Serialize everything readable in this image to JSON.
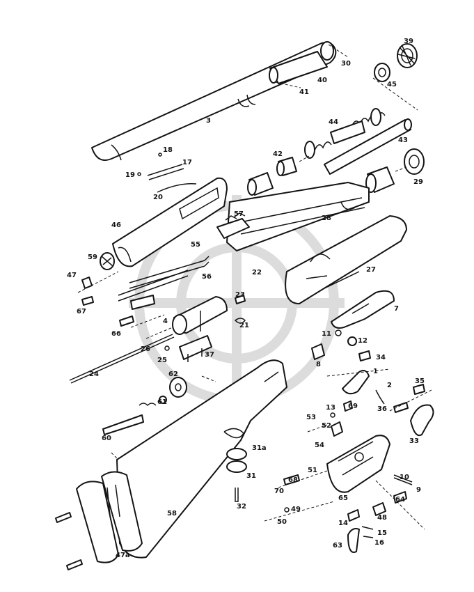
{
  "colors": {
    "ink": "#141414",
    "paper": "#ffffff",
    "watermark": "#dcdcdc"
  },
  "callouts": [
    {
      "id": "c30",
      "label": "30"
    },
    {
      "id": "c40",
      "label": "40"
    },
    {
      "id": "c41",
      "label": "41"
    },
    {
      "id": "c39",
      "label": "39"
    },
    {
      "id": "c45",
      "label": "45"
    },
    {
      "id": "c3",
      "label": "3"
    },
    {
      "id": "c44",
      "label": "44"
    },
    {
      "id": "c43",
      "label": "43"
    },
    {
      "id": "c42",
      "label": "42"
    },
    {
      "id": "c18",
      "label": "18"
    },
    {
      "id": "c17",
      "label": "17"
    },
    {
      "id": "c19",
      "label": "19"
    },
    {
      "id": "c20",
      "label": "20"
    },
    {
      "id": "c29",
      "label": "29"
    },
    {
      "id": "c46",
      "label": "46"
    },
    {
      "id": "c57",
      "label": "57"
    },
    {
      "id": "c28",
      "label": "28"
    },
    {
      "id": "c55",
      "label": "55"
    },
    {
      "id": "c59",
      "label": "59"
    },
    {
      "id": "c27",
      "label": "27"
    },
    {
      "id": "c47",
      "label": "47"
    },
    {
      "id": "c56",
      "label": "56"
    },
    {
      "id": "c22",
      "label": "22"
    },
    {
      "id": "c67",
      "label": "67"
    },
    {
      "id": "c23",
      "label": "23"
    },
    {
      "id": "c21",
      "label": "21"
    },
    {
      "id": "c7",
      "label": "7"
    },
    {
      "id": "c4",
      "label": "4"
    },
    {
      "id": "c66",
      "label": "66"
    },
    {
      "id": "c11",
      "label": "11"
    },
    {
      "id": "c12",
      "label": "12"
    },
    {
      "id": "c26",
      "label": "26"
    },
    {
      "id": "c25",
      "label": "25"
    },
    {
      "id": "c37",
      "label": "37"
    },
    {
      "id": "c8",
      "label": "8"
    },
    {
      "id": "c34",
      "label": "34"
    },
    {
      "id": "c1",
      "label": "1"
    },
    {
      "id": "c24",
      "label": "24"
    },
    {
      "id": "c62",
      "label": "62"
    },
    {
      "id": "c2",
      "label": "2"
    },
    {
      "id": "c35",
      "label": "35"
    },
    {
      "id": "c61",
      "label": "61"
    },
    {
      "id": "c13",
      "label": "13"
    },
    {
      "id": "c69",
      "label": "69"
    },
    {
      "id": "c36",
      "label": "36"
    },
    {
      "id": "c53",
      "label": "53"
    },
    {
      "id": "c52",
      "label": "52"
    },
    {
      "id": "c33",
      "label": "33"
    },
    {
      "id": "c60",
      "label": "60"
    },
    {
      "id": "c54",
      "label": "54"
    },
    {
      "id": "c31a",
      "label": "31a"
    },
    {
      "id": "c51",
      "label": "51"
    },
    {
      "id": "c31",
      "label": "31"
    },
    {
      "id": "c68",
      "label": "68"
    },
    {
      "id": "c10",
      "label": "10"
    },
    {
      "id": "c70",
      "label": "70"
    },
    {
      "id": "c9",
      "label": "9"
    },
    {
      "id": "c65",
      "label": "65"
    },
    {
      "id": "c64",
      "label": "64"
    },
    {
      "id": "c32",
      "label": "32"
    },
    {
      "id": "c58",
      "label": "58"
    },
    {
      "id": "c49",
      "label": "49"
    },
    {
      "id": "c48",
      "label": "48"
    },
    {
      "id": "c50",
      "label": "50"
    },
    {
      "id": "c14",
      "label": "14"
    },
    {
      "id": "c15",
      "label": "15"
    },
    {
      "id": "c16",
      "label": "16"
    },
    {
      "id": "c47a",
      "label": "47a"
    },
    {
      "id": "c63",
      "label": "63"
    }
  ]
}
